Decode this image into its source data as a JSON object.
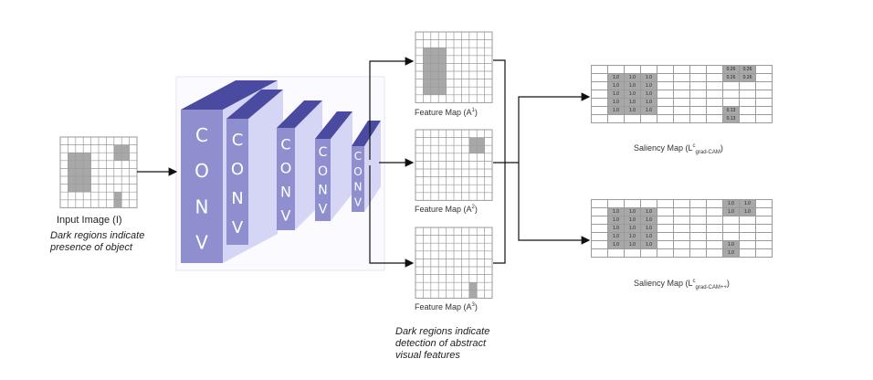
{
  "input": {
    "label": "Input Image (I)",
    "note_line1": "Dark regions indicate",
    "note_line2": "presence of object"
  },
  "conv_blocks": [
    {
      "letters": [
        "C",
        "O",
        "N",
        "V"
      ]
    },
    {
      "letters": [
        "C",
        "O",
        "N",
        "V"
      ]
    },
    {
      "letters": [
        "C",
        "O",
        "N",
        "V"
      ]
    },
    {
      "letters": [
        "C",
        "O",
        "N",
        "V"
      ]
    },
    {
      "letters": [
        "C",
        "O",
        "N",
        "V"
      ]
    }
  ],
  "feature_maps": [
    {
      "label": "Feature Map (A",
      "sup": "1",
      "close": ")"
    },
    {
      "label": "Feature Map (A",
      "sup": "2",
      "close": ")"
    },
    {
      "label": "Feature Map (A",
      "sup": "3",
      "close": ")"
    }
  ],
  "feature_note": {
    "line1": "Dark regions indicate",
    "line2": "detection of abstract",
    "line3": "visual features"
  },
  "saliency": [
    {
      "label": "Saliency Map (L",
      "sup": "c",
      "sub": "grad-CAM",
      "close": ")",
      "rows": [
        [
          "",
          "",
          "",
          "",
          "",
          "",
          "",
          "",
          "0.26",
          "0.26",
          ""
        ],
        [
          "",
          "1.0",
          "1.0",
          "1.0",
          "",
          "",
          "",
          "",
          "0.26",
          "0.26",
          ""
        ],
        [
          "",
          "1.0",
          "1.0",
          "1.0",
          "",
          "",
          "",
          "",
          "",
          "",
          ""
        ],
        [
          "",
          "1.0",
          "1.0",
          "1.0",
          "",
          "",
          "",
          "",
          "",
          "",
          ""
        ],
        [
          "",
          "1.0",
          "1.0",
          "1.0",
          "",
          "",
          "",
          "",
          "",
          "",
          ""
        ],
        [
          "",
          "1.0",
          "1.0",
          "1.0",
          "",
          "",
          "",
          "",
          "0.13",
          "",
          ""
        ],
        [
          "",
          "",
          "",
          "",
          "",
          "",
          "",
          "",
          "0.13",
          "",
          ""
        ]
      ]
    },
    {
      "label": "Saliency Map (L",
      "sup": "c",
      "sub": "grad-CAM++",
      "close": ")",
      "rows": [
        [
          "",
          "",
          "",
          "",
          "",
          "",
          "",
          "",
          "1.0",
          "1.0",
          ""
        ],
        [
          "",
          "1.0",
          "1.0",
          "1.0",
          "",
          "",
          "",
          "",
          "1.0",
          "1.0",
          ""
        ],
        [
          "",
          "1.0",
          "1.0",
          "1.0",
          "",
          "",
          "",
          "",
          "",
          "",
          ""
        ],
        [
          "",
          "1.0",
          "1.0",
          "1.0",
          "",
          "",
          "",
          "",
          "",
          "",
          ""
        ],
        [
          "",
          "1.0",
          "1.0",
          "1.0",
          "",
          "",
          "",
          "",
          "",
          "",
          ""
        ],
        [
          "",
          "1.0",
          "1.0",
          "1.0",
          "",
          "",
          "",
          "",
          "1.0",
          "",
          ""
        ],
        [
          "",
          "",
          "",
          "",
          "",
          "",
          "",
          "",
          "1.0",
          "",
          ""
        ]
      ]
    }
  ],
  "colors": {
    "grid_line": "#9a9a9a",
    "dark_cell": "#a8a8a8",
    "conv_front": "#8f8fd0",
    "conv_side": "#d5d5f5",
    "conv_top": "#4a4aa0"
  }
}
